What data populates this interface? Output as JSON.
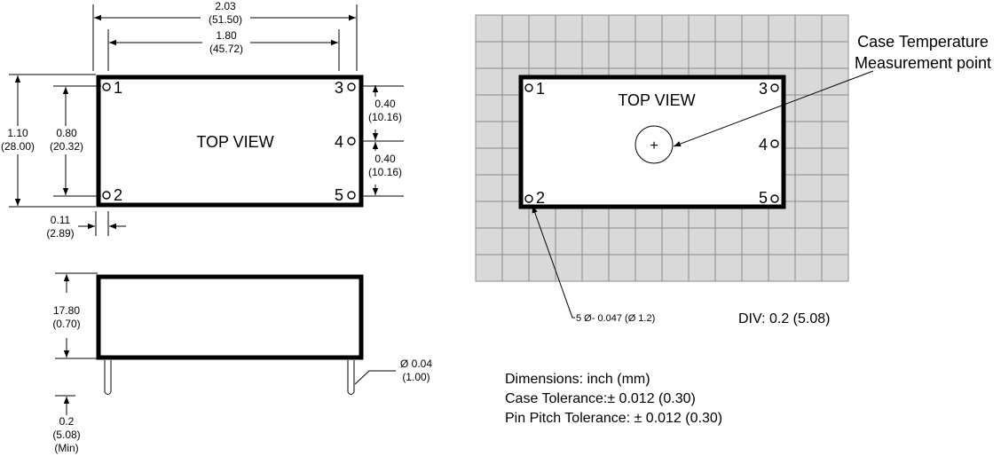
{
  "top_view": {
    "label": "TOP VIEW",
    "pins": [
      "1",
      "2",
      "3",
      "4",
      "5"
    ],
    "dim_overall_width": {
      "inch": "2.03",
      "mm": "(51.50)"
    },
    "dim_pin_span": {
      "inch": "1.80",
      "mm": "(45.72)"
    },
    "dim_overall_height": {
      "inch": "1.10",
      "mm": "(28.00)"
    },
    "dim_pin_vertical": {
      "inch": "0.80",
      "mm": "(20.32)"
    },
    "dim_pitch_upper": {
      "inch": "0.40",
      "mm": "(10.16)"
    },
    "dim_pitch_lower": {
      "inch": "0.40",
      "mm": "(10.16)"
    },
    "dim_edge_offset": {
      "inch": "0.11",
      "mm": "(2.89)"
    }
  },
  "side_view": {
    "dim_height": {
      "line1": "17.80",
      "line2": "(0.70)"
    },
    "dim_pin_length": {
      "line1": "0.2",
      "line2": "(5.08)",
      "line3": "(Min)"
    },
    "dim_pin_diameter": {
      "line1": "Ø 0.04",
      "line2": "(1.00)"
    }
  },
  "thermal_view": {
    "label": "TOP VIEW",
    "pins": [
      "1",
      "2",
      "3",
      "4",
      "5"
    ],
    "measurement_symbol": "+",
    "callout": {
      "line1": "Case Temperature",
      "line2": "Measurement point"
    },
    "pin_note": "5 Ø- 0.047 (Ø 1.2)",
    "div_note": "DIV: 0.2 (5.08)"
  },
  "notes": [
    "Dimensions: inch (mm)",
    "Case Tolerance:± 0.012 (0.30)",
    "Pin Pitch Tolerance: ± 0.012 (0.30)"
  ],
  "colors": {
    "grid_fill": "#d9d9d9",
    "grid_line": "#8c8c8c",
    "line": "#000000"
  }
}
